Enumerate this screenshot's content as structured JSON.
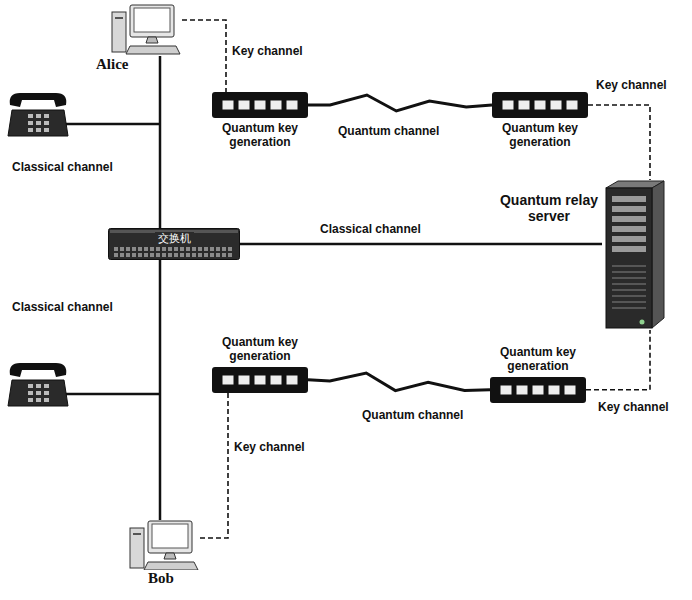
{
  "diagram": {
    "nodes": [
      {
        "text": [
          "Alice"
        ]
      },
      {
        "text": [
          "Quantum key generation"
        ]
      },
      {
        "text": [
          "Quantum key generation"
        ]
      },
      {
        "text": [
          "Quantum relay server"
        ]
      },
      {
        "text": [
          "交换机"
        ]
      },
      {
        "text": [
          "Quantum key generation"
        ]
      },
      {
        "text": [
          "Quantum key generation"
        ]
      },
      {
        "text": [
          "Bob"
        ]
      }
    ],
    "edges": [
      {
        "from": 0,
        "to": 1,
        "label": "Key channel",
        "arrow": "none"
      },
      {
        "from": 1,
        "to": 2,
        "label": "Quantum channel",
        "arrow": "none"
      },
      {
        "from": 2,
        "to": 3,
        "label": "Key channel",
        "arrow": "none"
      },
      {
        "from": 0,
        "to": 4,
        "label": "Classical channel",
        "arrow": "none"
      },
      {
        "from": 4,
        "to": 3,
        "label": "Classical channel",
        "arrow": "none"
      },
      {
        "from": 4,
        "to": 7,
        "label": "Classical channel",
        "arrow": "none"
      },
      {
        "from": 7,
        "to": 5,
        "label": "Key channel",
        "arrow": "none"
      },
      {
        "from": 5,
        "to": 6,
        "label": "Quantum channel",
        "arrow": "none"
      },
      {
        "from": 6,
        "to": 3,
        "label": "Key channel",
        "arrow": "none"
      }
    ]
  }
}
